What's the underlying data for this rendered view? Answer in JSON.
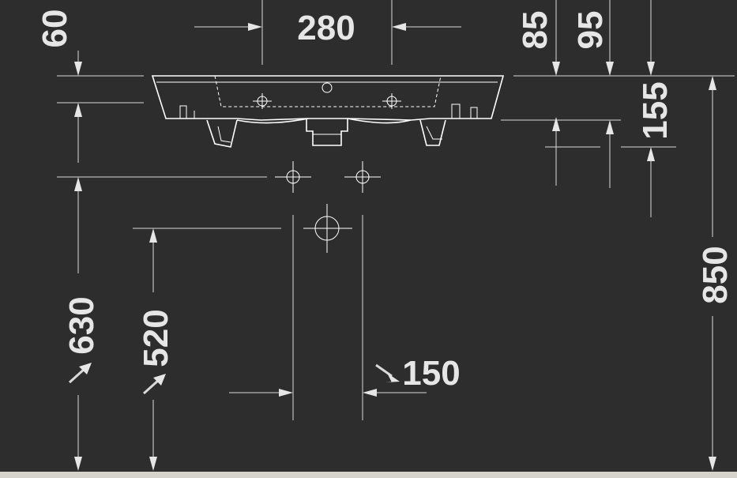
{
  "drawing": {
    "dimensions": {
      "top_width": "280",
      "rim_offset": "60",
      "waste_depth": "85",
      "tap_depth": "95",
      "basin_height": "155",
      "total_height": "850",
      "supply_height": "630",
      "waste_height": "520",
      "waste_offset": "150"
    }
  }
}
